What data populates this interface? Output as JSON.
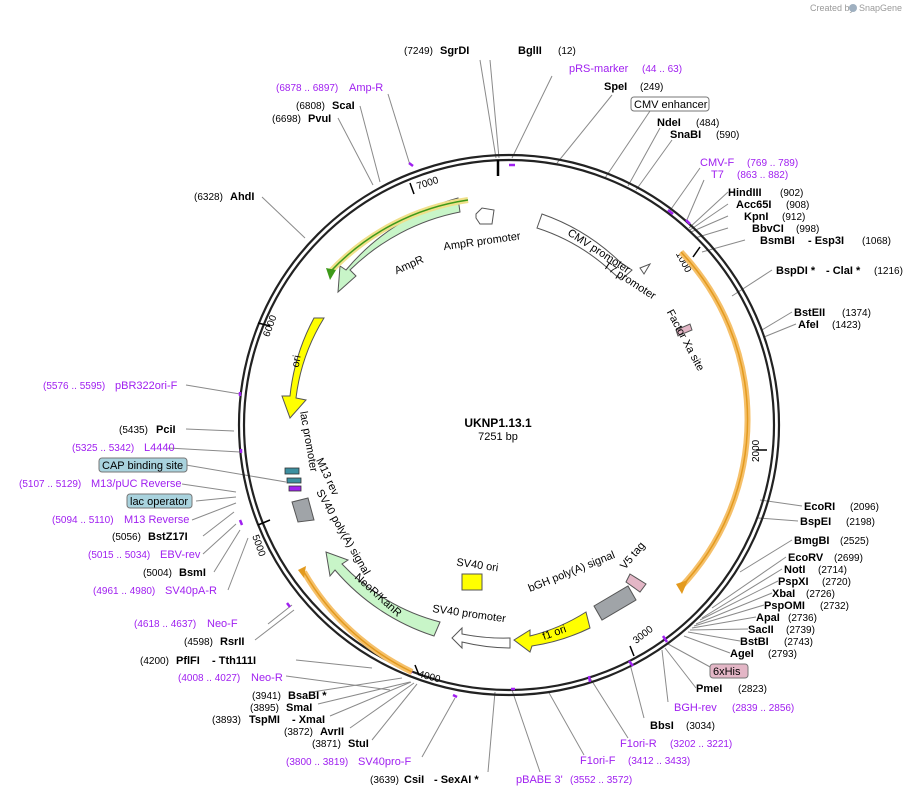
{
  "credit": {
    "prefix": "Created by",
    "brand": "SnapGene"
  },
  "plasmid": {
    "name": "UKNP1.13.1",
    "length": "7251 bp"
  },
  "ticks": [
    "1000",
    "2000",
    "3000",
    "4000",
    "5000",
    "6000",
    "7000"
  ],
  "labels": {
    "sgrdi": {
      "pos": "(7249)",
      "name": "SgrDI"
    },
    "bglii": {
      "name": "BglII",
      "pos": "(12)"
    },
    "prs": {
      "name": "pRS-marker",
      "pos": "(44 .. 63)"
    },
    "spei": {
      "name": "SpeI",
      "pos": "(249)"
    },
    "cmvenh": {
      "name": "CMV enhancer"
    },
    "ndei": {
      "name": "NdeI",
      "pos": "(484)"
    },
    "snabi": {
      "name": "SnaBI",
      "pos": "(590)"
    },
    "cmvf": {
      "name": "CMV-F",
      "pos": "(769 .. 789)"
    },
    "t7": {
      "name": "T7",
      "pos": "(863 .. 882)"
    },
    "hindiii": {
      "name": "HindIII",
      "pos": "(902)"
    },
    "acc65i": {
      "name": "Acc65I",
      "pos": "(908)"
    },
    "kpni": {
      "name": "KpnI",
      "pos": "(912)"
    },
    "bbvci": {
      "name": "BbvCI",
      "pos": "(998)"
    },
    "bsmbi": {
      "name": "BsmBI",
      "extra": "- Esp3I",
      "pos": "(1068)"
    },
    "bspdi": {
      "name": "BspDI *",
      "extra": "- ClaI *",
      "pos": "(1216)"
    },
    "bsteii": {
      "name": "BstEII",
      "pos": "(1374)"
    },
    "afei": {
      "name": "AfeI",
      "pos": "(1423)"
    },
    "ecori": {
      "name": "EcoRI",
      "pos": "(2096)"
    },
    "bspei": {
      "name": "BspEI",
      "pos": "(2198)"
    },
    "bmgbi": {
      "name": "BmgBI",
      "pos": "(2525)"
    },
    "ecorv": {
      "name": "EcoRV",
      "pos": "(2699)"
    },
    "noti": {
      "name": "NotI",
      "pos": "(2714)"
    },
    "pspxi": {
      "name": "PspXI",
      "pos": "(2720)"
    },
    "xbai": {
      "name": "XbaI",
      "pos": "(2726)"
    },
    "pspomi": {
      "name": "PspOMI",
      "pos": "(2732)"
    },
    "apai": {
      "name": "ApaI",
      "pos": "(2736)"
    },
    "sacii": {
      "name": "SacII",
      "pos": "(2739)"
    },
    "bstbi": {
      "name": "BstBI",
      "pos": "(2743)"
    },
    "agei": {
      "name": "AgeI",
      "pos": "(2793)"
    },
    "his": {
      "name": "6xHis"
    },
    "pmei": {
      "name": "PmeI",
      "pos": "(2823)"
    },
    "bghrev": {
      "name": "BGH-rev",
      "pos": "(2839 .. 2856)"
    },
    "bbsi": {
      "name": "BbsI",
      "pos": "(3034)"
    },
    "f1orir": {
      "name": "F1ori-R",
      "pos": "(3202 .. 3221)"
    },
    "f1orif": {
      "name": "F1ori-F",
      "pos": "(3412 .. 3433)"
    },
    "pbabe": {
      "name": "pBABE 3'",
      "pos": "(3552 .. 3572)"
    },
    "csii": {
      "pos": "(3639)",
      "name": "CsiI",
      "extra": "- SexAI *"
    },
    "sv40prof": {
      "pos": "(3800 .. 3819)",
      "name": "SV40pro-F"
    },
    "stui": {
      "pos": "(3871)",
      "name": "StuI"
    },
    "avrii": {
      "pos": "(3872)",
      "name": "AvrII"
    },
    "tspmi": {
      "pos": "(3893)",
      "name": "TspMI",
      "extra": "- XmaI"
    },
    "smai": {
      "pos": "(3895)",
      "name": "SmaI"
    },
    "bsabi": {
      "pos": "(3941)",
      "name": "BsaBI *"
    },
    "neor": {
      "pos": "(4008 .. 4027)",
      "name": "Neo-R"
    },
    "pflfi": {
      "pos": "(4200)",
      "name": "PflFI",
      "extra": "- Tth111I"
    },
    "rsrii": {
      "pos": "(4598)",
      "name": "RsrII"
    },
    "neof": {
      "pos": "(4618 .. 4637)",
      "name": "Neo-F"
    },
    "sv40par": {
      "pos": "(4961 .. 4980)",
      "name": "SV40pA-R"
    },
    "bsmi": {
      "pos": "(5004)",
      "name": "BsmI"
    },
    "ebv": {
      "pos": "(5015 .. 5034)",
      "name": "EBV-rev"
    },
    "bstz": {
      "pos": "(5056)",
      "name": "BstZ17I"
    },
    "m13rev": {
      "pos": "(5094 .. 5110)",
      "name": "M13 Reverse"
    },
    "lacop": {
      "name": "lac operator"
    },
    "m13puc": {
      "pos": "(5107 .. 5129)",
      "name": "M13/pUC Reverse"
    },
    "cap": {
      "name": "CAP binding site"
    },
    "l4440": {
      "pos": "(5325 .. 5342)",
      "name": "L4440"
    },
    "pcii": {
      "pos": "(5435)",
      "name": "PciI"
    },
    "pbr": {
      "pos": "(5576 .. 5595)",
      "name": "pBR322ori-F"
    },
    "ahdi": {
      "pos": "(6328)",
      "name": "AhdI"
    },
    "pvui": {
      "pos": "(6698)",
      "name": "PvuI"
    },
    "scai": {
      "pos": "(6808)",
      "name": "ScaI"
    },
    "ampr": {
      "pos": "(6878 .. 6897)",
      "name": "Amp-R"
    }
  },
  "features": {
    "ampr": "AmpR",
    "ampr_promoter": "AmpR promoter",
    "cmv_promoter": "CMV promoter",
    "t7_promoter": "T7 promoter",
    "factor_xa": "Factor Xa site",
    "ori": "ori",
    "lac_promoter": "lac promoter",
    "m13_rev": "M13 rev",
    "sv40_polya": "SV40 poly(A) signal",
    "neor_kanr": "NeoR/KanR",
    "sv40_ori": "SV40 ori",
    "sv40_promoter": "SV40 promoter",
    "bgh_polya": "bGH poly(A) signal",
    "v5_tag": "V5 tag",
    "f1_ori": "f1 ori"
  },
  "colors": {
    "purple": "#a020f0",
    "orf_orange": "#f5a623",
    "orf_green": "#3e9a1a",
    "ori_yellow": "#ffff00",
    "promoter_white": "#ffffff",
    "marker_green": "#c8f5c8",
    "tag_pink": "#e3b6c6",
    "lac_blue": "#a9d3de",
    "grey": "#a0a4a8"
  }
}
